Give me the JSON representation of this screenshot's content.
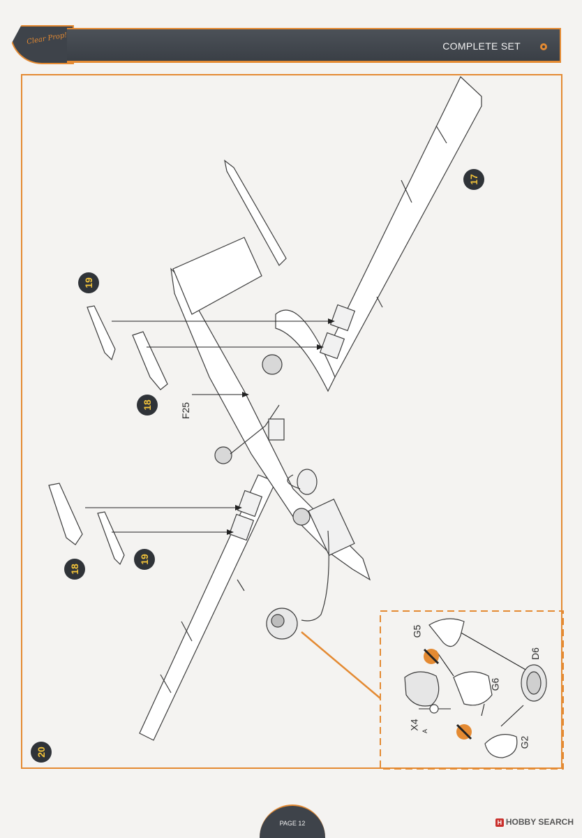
{
  "header": {
    "brand": "Clear Prop!",
    "title": "COMPLETE SET"
  },
  "steps": {
    "s17": "17",
    "s18a": "18",
    "s18b": "18",
    "s19a": "19",
    "s19b": "19",
    "s20": "20"
  },
  "parts": {
    "f25": "F25",
    "g5": "G5",
    "g6": "G6",
    "d6": "D6",
    "x4": "X4",
    "g2": "G2",
    "x4_mark": "A"
  },
  "footer": {
    "page": "PAGE 12"
  },
  "watermark": {
    "text": "HOBBY SEARCH",
    "icon": "H"
  },
  "colors": {
    "accent": "#e48a32",
    "header_bg": "#3e434a",
    "step_bg": "#2f3338",
    "step_text": "#f2c33a"
  }
}
